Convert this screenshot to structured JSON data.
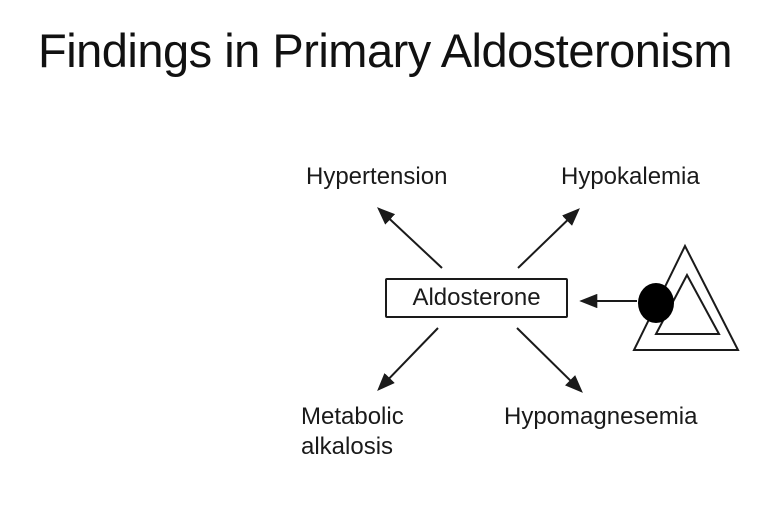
{
  "title": "Findings in Primary Aldosteronism",
  "diagram": {
    "center_label": "Aldosterone",
    "findings": {
      "top_left": "Hypertension",
      "top_right": "Hypokalemia",
      "bottom_left": "Metabolic\nalkalosis",
      "bottom_right": "Hypomagnesemia"
    },
    "source_icon": "adrenal-gland-with-adenoma-icon",
    "colors": {
      "ink": "#1a1a1a",
      "adenoma_fill": "#000000",
      "background": "#ffffff"
    }
  }
}
